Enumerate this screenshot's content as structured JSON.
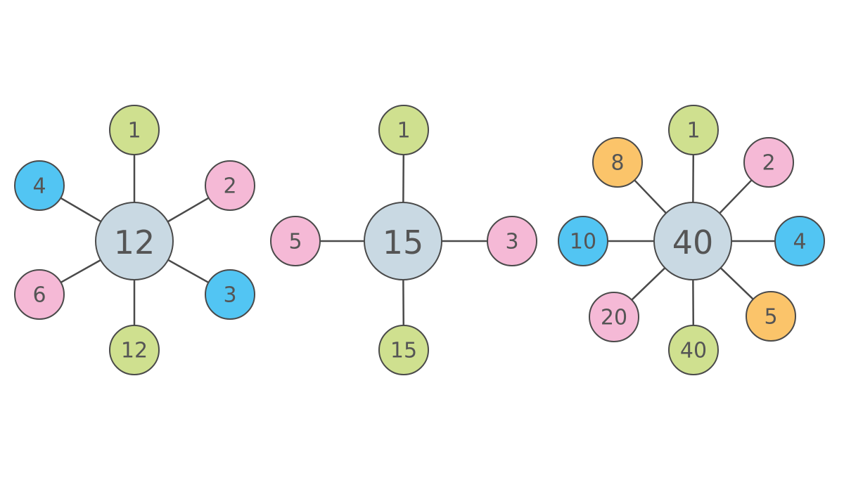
{
  "colors": {
    "center": "#c9d9e3",
    "green": "#cfe08f",
    "pink": "#f5b9d6",
    "blue": "#52c5f3",
    "orange": "#fbc46a",
    "stroke": "#4a4a4a",
    "text": "#555555"
  },
  "diagrams": [
    {
      "center": "12",
      "factors": [
        {
          "label": "1",
          "color": "green"
        },
        {
          "label": "2",
          "color": "pink"
        },
        {
          "label": "3",
          "color": "blue"
        },
        {
          "label": "12",
          "color": "green"
        },
        {
          "label": "6",
          "color": "pink"
        },
        {
          "label": "4",
          "color": "blue"
        }
      ]
    },
    {
      "center": "15",
      "factors": [
        {
          "label": "1",
          "color": "green"
        },
        {
          "label": "3",
          "color": "pink"
        },
        {
          "label": "15",
          "color": "green"
        },
        {
          "label": "5",
          "color": "pink"
        }
      ]
    },
    {
      "center": "40",
      "factors": [
        {
          "label": "1",
          "color": "green"
        },
        {
          "label": "2",
          "color": "pink"
        },
        {
          "label": "4",
          "color": "blue"
        },
        {
          "label": "5",
          "color": "orange"
        },
        {
          "label": "40",
          "color": "green"
        },
        {
          "label": "20",
          "color": "pink"
        },
        {
          "label": "10",
          "color": "blue"
        },
        {
          "label": "8",
          "color": "orange"
        }
      ]
    }
  ]
}
